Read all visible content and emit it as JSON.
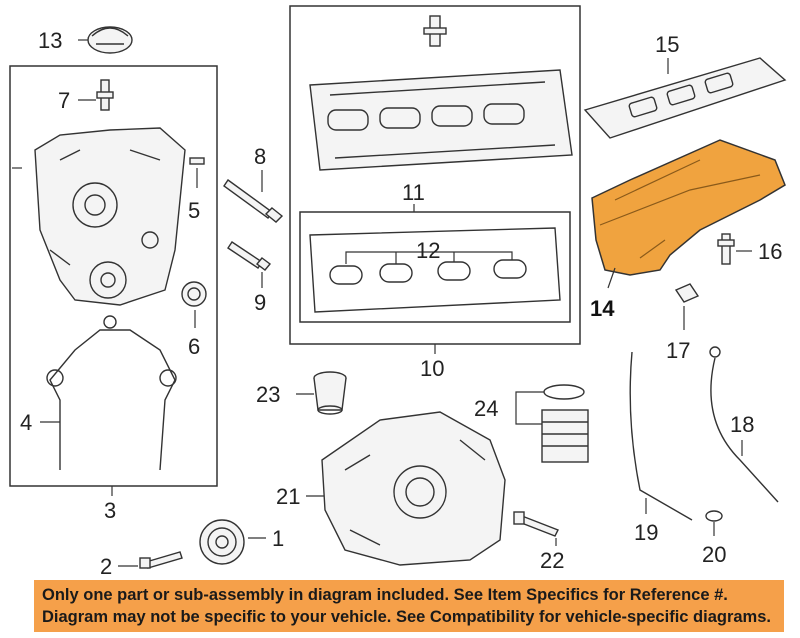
{
  "diagram": {
    "callouts": {
      "c1": "1",
      "c2": "2",
      "c3": "3",
      "c4": "4",
      "c5": "5",
      "c6": "6",
      "c7": "7",
      "c8": "8",
      "c9": "9",
      "c10": "10",
      "c11": "11",
      "c12": "12",
      "c13": "13",
      "c14": "14",
      "c15": "15",
      "c16": "16",
      "c17": "17",
      "c18": "18",
      "c19": "19",
      "c20": "20",
      "c21": "21",
      "c22": "22",
      "c23": "23",
      "c24": "24"
    },
    "highlight_color": "#f0a33f"
  },
  "banner": {
    "line1": "Only one part or sub-assembly in diagram included. See Item Specifics for Reference #.",
    "line2": "Diagram may not be specific to your vehicle. See Compatibility for vehicle-specific diagrams.",
    "background": "#f5a04a"
  }
}
